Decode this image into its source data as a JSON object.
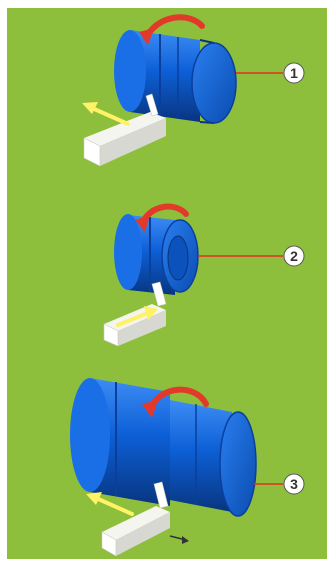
{
  "colors": {
    "background": "#8ebf3c",
    "cylinder_light": "#2a7ff0",
    "cylinder_mid": "#0d5fd6",
    "cylinder_dark": "#0a3f9e",
    "cylinder_face": "#1b6fe6",
    "rotation_arrow": "#e23a2a",
    "feed_arrow": "#fff266",
    "tool_face": "#ffffff",
    "tool_shadow": "#d8d8d2",
    "leader_line": "#e03020",
    "callout_circle": "#ffffff"
  },
  "icons": {
    "rotation": "curved-rotation-arrow-icon",
    "feed": "feed-direction-arrow-icon",
    "tool": "cutting-tool-icon"
  },
  "callouts": [
    {
      "label": "1"
    },
    {
      "label": "2"
    },
    {
      "label": "3"
    }
  ]
}
